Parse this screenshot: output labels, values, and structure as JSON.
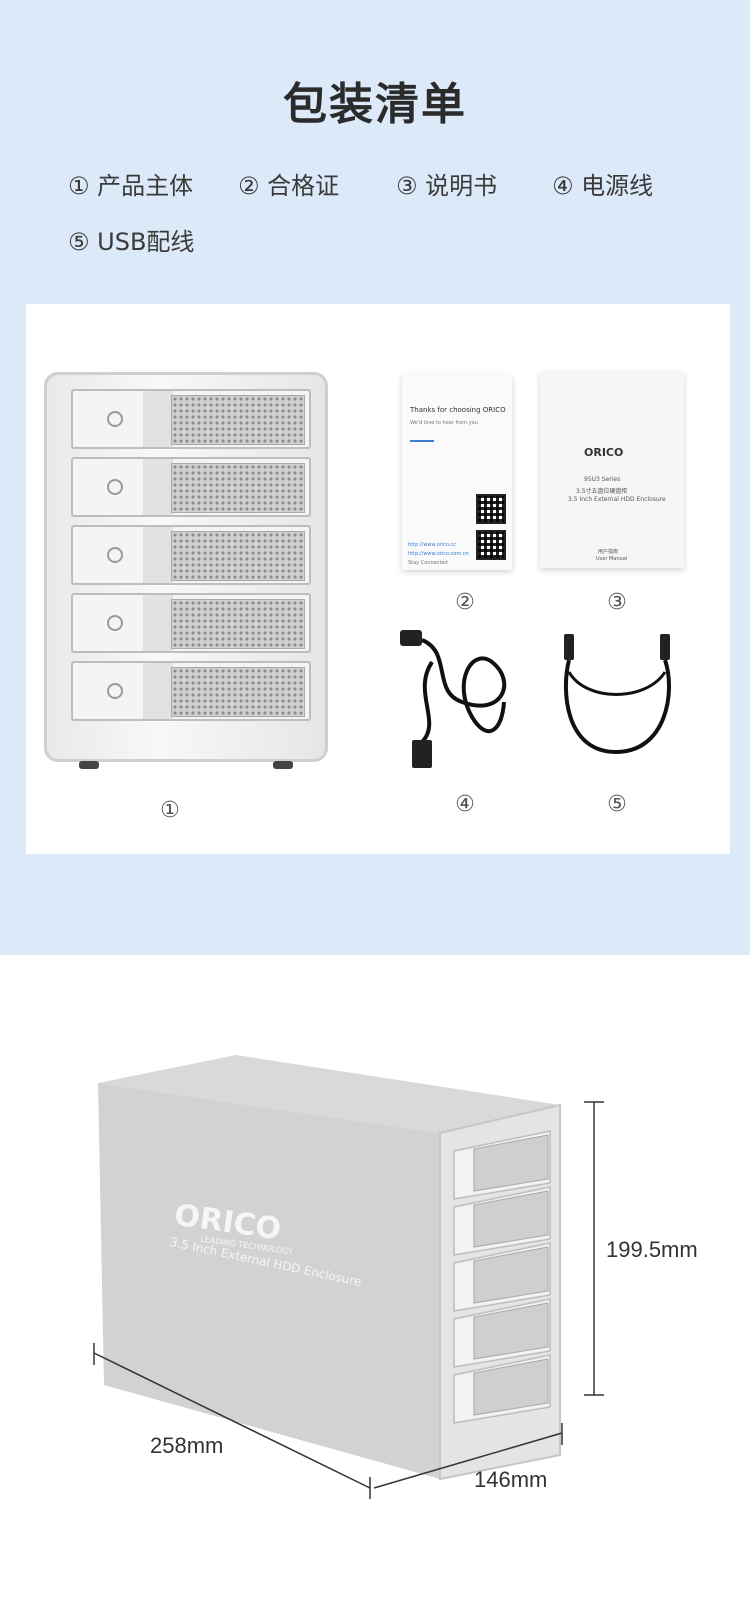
{
  "header": {
    "title": "包装清单",
    "items": [
      "① 产品主体",
      "② 合格证",
      "③ 说明书",
      "④ 电源线",
      "⑤ USB配线"
    ]
  },
  "panel": {
    "captions": [
      "①",
      "②",
      "③",
      "④",
      "⑤"
    ],
    "booklet_left": {
      "heading": "Thanks for choosing ORICO",
      "sub": "We'd love to hear from you",
      "link1": "http://www.orico.cc",
      "link2": "http://www.orico.com.cn",
      "footer": "Stay Connected"
    },
    "booklet_right": {
      "brand": "ORICO",
      "series": "95U3 Series",
      "cn_line": "3.5寸五盘位硬盘柜",
      "en_line": "3.5 Inch External HDD Enclosure",
      "cn_manual": "用户指南",
      "manual": "User Manual"
    }
  },
  "product": {
    "brand": "ORICO",
    "brand_sub": "LEADING TECHNOLOGY",
    "model": "3.5 Inch External HDD Enclosure",
    "dimensions": {
      "height": "199.5mm",
      "depth": "258mm",
      "width": "146mm"
    }
  }
}
